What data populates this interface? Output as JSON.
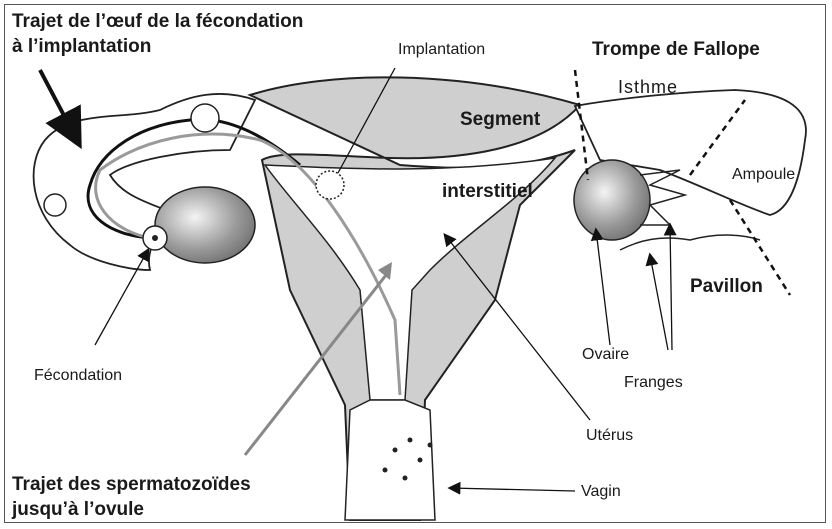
{
  "title_line1": "Trajet de l’œuf de la fécondation",
  "title_line2": "à l’implantation",
  "implantation": "Implantation",
  "trompe": "Trompe de Fallope",
  "isthme": "Isthme",
  "segment": "Segment",
  "interstitiel": "interstitiel",
  "ampoule": "Ampoule",
  "pavillon": "Pavillon",
  "ovaire": "Ovaire",
  "franges": "Franges",
  "fecondation": "Fécondation",
  "uterus": "Utérus",
  "vagin": "Vagin",
  "sperm_line1": "Trajet des spermatozoïdes",
  "sperm_line2": "jusqu’à l’ovule"
}
